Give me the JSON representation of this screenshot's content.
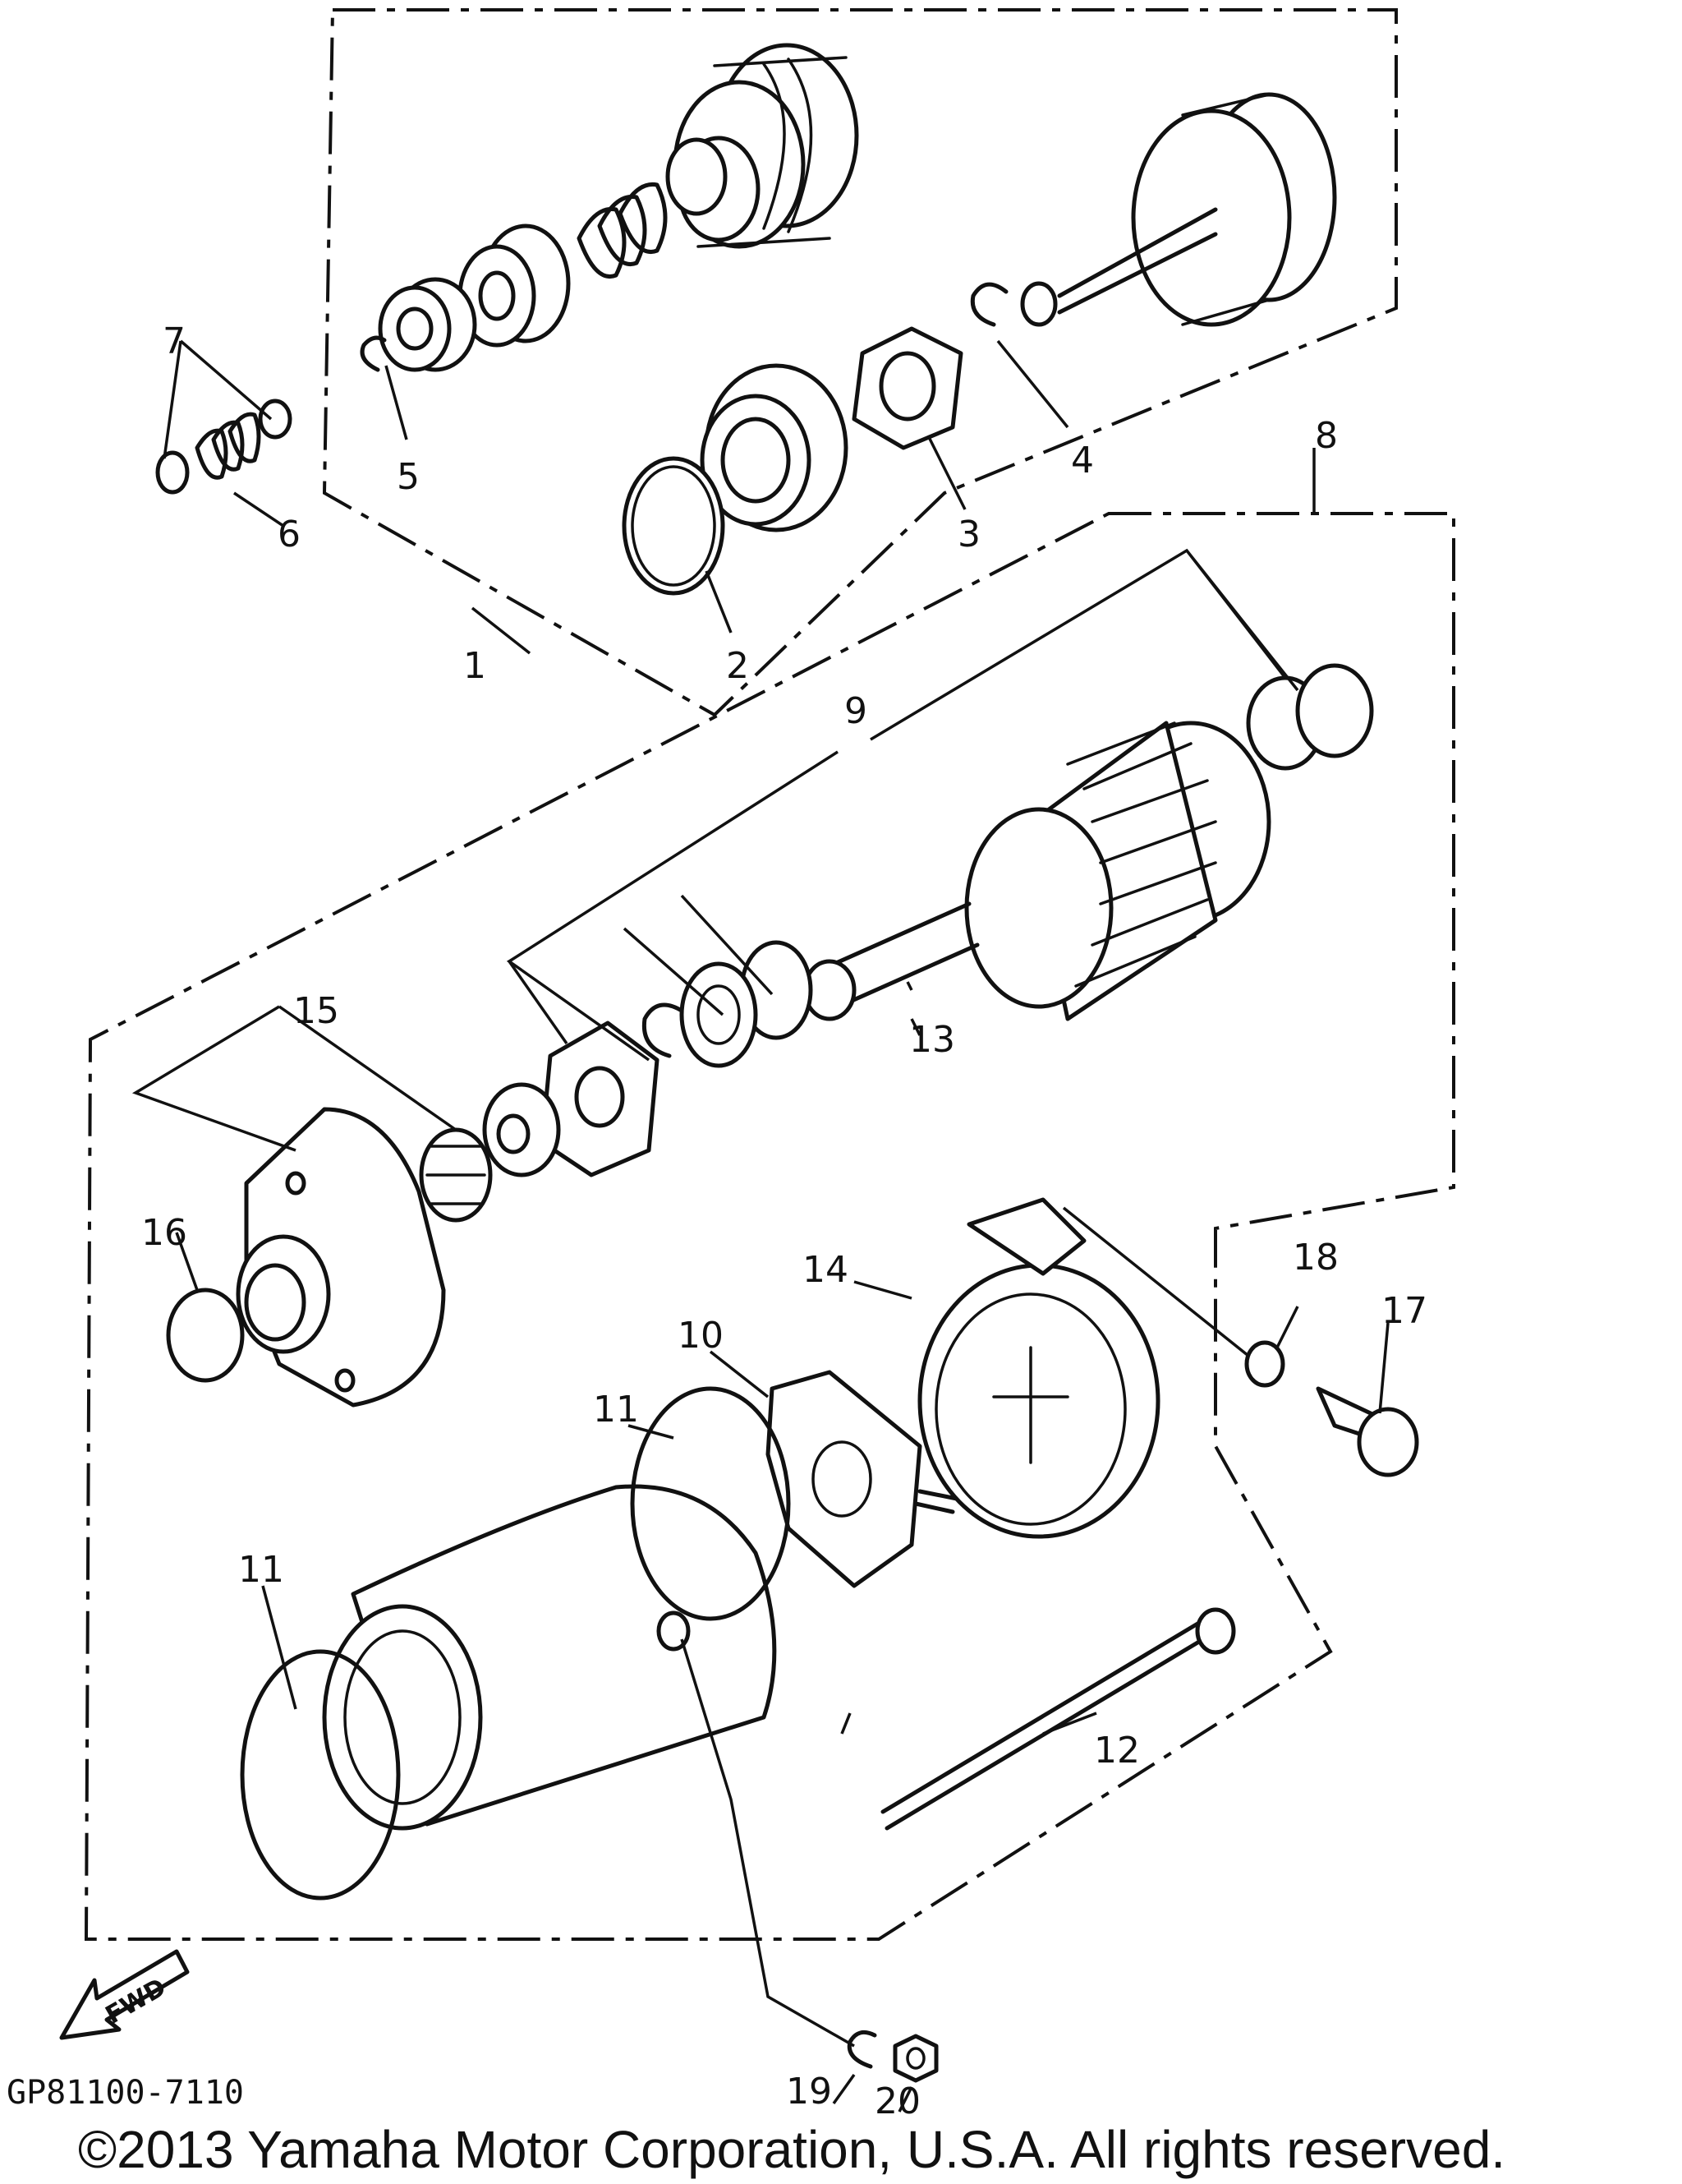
{
  "diagram": {
    "callouts": [
      "1",
      "2",
      "3",
      "4",
      "5",
      "6",
      "7",
      "8",
      "9",
      "10",
      "11",
      "11",
      "12",
      "13",
      "14",
      "15",
      "16",
      "17",
      "18",
      "19",
      "20"
    ],
    "fwd_label": "FWD",
    "drawing_code": "GP81100-7110",
    "copyright": "©2013 Yamaha Motor Corporation, U.S.A. All rights reserved.",
    "colors": {
      "ink": "#111111",
      "background": "#ffffff"
    }
  }
}
